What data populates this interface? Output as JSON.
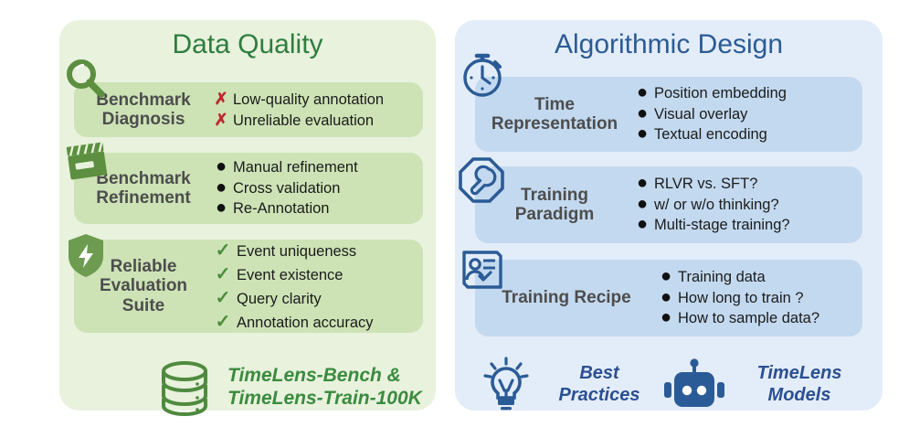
{
  "colors": {
    "left_panel_bg": "#e8f2dd",
    "right_panel_bg": "#e3edf9",
    "left_card_bg": "#cde3b6",
    "right_card_bg": "#c3d9ef",
    "left_title": "#2f7d3e",
    "right_title": "#2b5b96",
    "label_text": "#4d4d4d",
    "cross_red": "#c0272d",
    "check_green": "#4a8d3a",
    "green_icon": "#5c8f3f",
    "blue_icon": "#2b5b96",
    "footer_green": "#3b8b3f",
    "footer_blue": "#2b4f92"
  },
  "left_panel": {
    "title": "Data Quality",
    "sections": [
      {
        "icon": "magnifier-icon",
        "label": "Benchmark\nDiagnosis",
        "marker": "x",
        "items": [
          "Low-quality annotation",
          "Unreliable evaluation"
        ]
      },
      {
        "icon": "clapperboard-icon",
        "label": "Benchmark\nRefinement",
        "marker": "dot",
        "items": [
          "Manual refinement",
          "Cross validation",
          "Re-Annotation"
        ]
      },
      {
        "icon": "shield-bolt-icon",
        "label": "Reliable\nEvaluation\nSuite",
        "marker": "check",
        "items": [
          "Event uniqueness",
          "Event existence",
          "Query clarity",
          "Annotation accuracy"
        ]
      }
    ],
    "footer": {
      "icon": "database-icon",
      "text": "TimeLens-Bench &\nTimeLens-Train-100K"
    }
  },
  "right_panel": {
    "title": "Algorithmic Design",
    "sections": [
      {
        "icon": "stopwatch-icon",
        "label": "Time\nRepresentation",
        "marker": "dot",
        "items": [
          "Position embedding",
          "Visual overlay",
          "Textual encoding"
        ]
      },
      {
        "icon": "wrench-octagon-icon",
        "label": "Training\nParadigm",
        "marker": "dot",
        "items": [
          "RLVR vs. SFT?",
          "w/ or w/o thinking?",
          "Multi-stage training?"
        ]
      },
      {
        "icon": "profile-check-icon",
        "label": "Training Recipe",
        "marker": "dot",
        "items": [
          "Training data",
          "How long to train ?",
          "How to sample data?"
        ]
      }
    ],
    "footer_items": [
      {
        "icon": "lightbulb-icon",
        "text": "Best\nPractices"
      },
      {
        "icon": "robot-icon",
        "text": "TimeLens\nModels"
      }
    ]
  }
}
